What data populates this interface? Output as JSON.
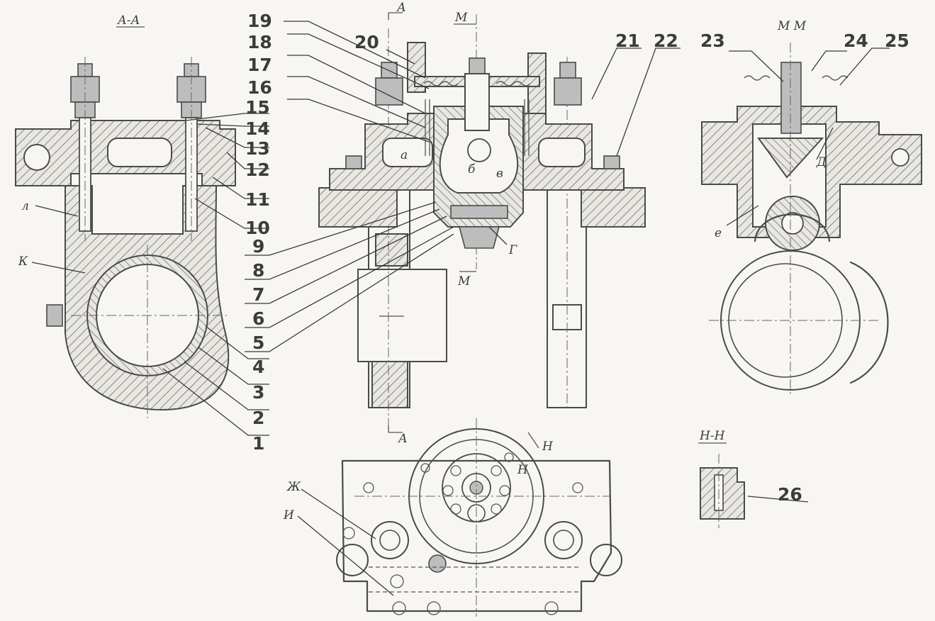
{
  "section_titles": {
    "aa": "А-А",
    "mm": "М  М",
    "nn": "Н-Н"
  },
  "cut_marks": {
    "a_top": "А",
    "a_bottom": "А",
    "m_top": "М",
    "m_bottom": "М",
    "n1": "Н",
    "n2": "Н"
  },
  "part_numbers": [
    "1",
    "2",
    "3",
    "4",
    "5",
    "6",
    "7",
    "8",
    "9",
    "10",
    "11",
    "12",
    "13",
    "14",
    "15",
    "16",
    "17",
    "18",
    "19",
    "20",
    "21",
    "22",
    "23",
    "24",
    "25",
    "26"
  ],
  "letters": {
    "l": "л",
    "k": "К",
    "a": "а",
    "b": "б",
    "v": "в",
    "g": "Г",
    "d": "Д",
    "e": "е",
    "zh": "Ж",
    "i": "И"
  }
}
